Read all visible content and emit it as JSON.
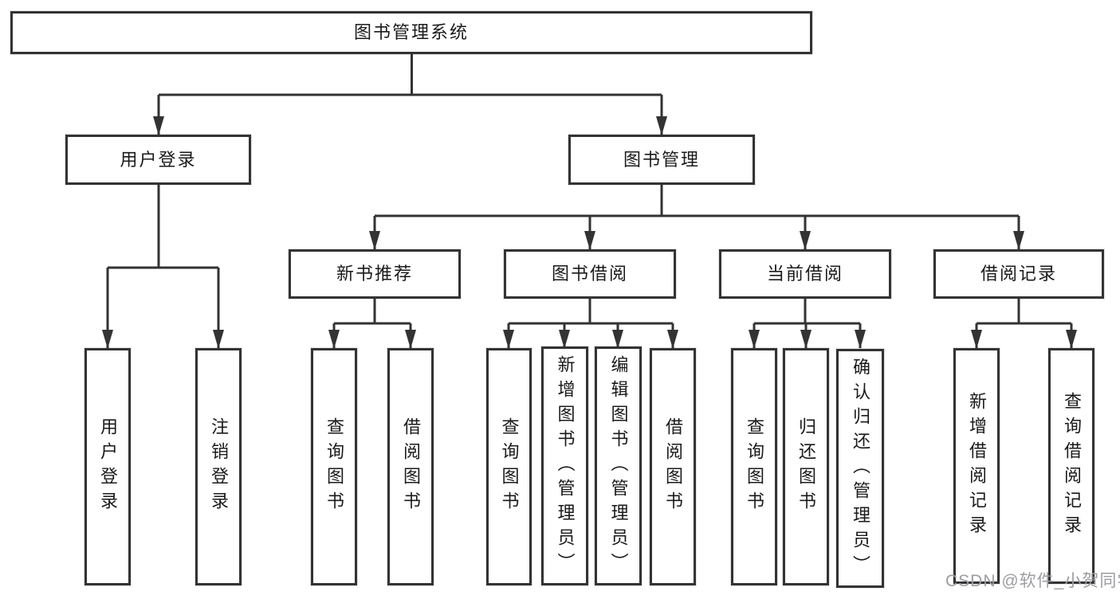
{
  "nodes": {
    "root": "图书管理系统",
    "user_login": "用户登录",
    "book_management": "图书管理",
    "new_book_recommend": "新书推荐",
    "book_borrow": "图书借阅",
    "current_borrow": "当前借阅",
    "borrow_record": "借阅记录",
    "leaf_user_login": "用户登录",
    "leaf_logout": "注销登录",
    "nbr_query_books": "查询图书",
    "nbr_borrow_books": "借阅图书",
    "bb_query_books": "查询图书",
    "bb_add_books": "新增图书（管理员）",
    "bb_edit_books": "编辑图书（管理员）",
    "bb_borrow_books": "借阅图书",
    "cb_query_books": "查询图书",
    "cb_return_books": "归还图书",
    "cb_confirm_return": "确认归还（管理员）",
    "br_add_record": "新增借阅记录",
    "br_query_record": "查询借阅记录"
  },
  "watermark": "CSDN @软件_小贺同学",
  "colors": {
    "line": "#333333",
    "text": "#1a1a1a",
    "watermark": "#9d9da2",
    "background": "#ffffff"
  }
}
